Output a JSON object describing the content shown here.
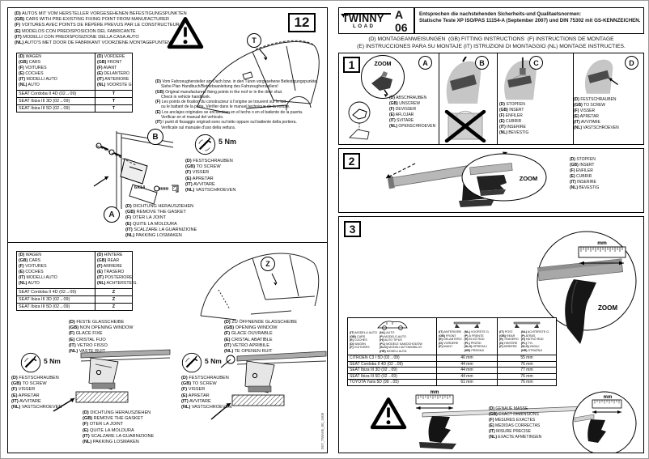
{
  "letters": {
    "a": "A",
    "b": "B",
    "c": "C",
    "d": "D",
    "t": "T",
    "z": "Z"
  },
  "shared": {
    "zoom": "ZOOM",
    "mm": "mm",
    "nm5": "5 Nm",
    "screw_size": "6X14",
    "festschrauben": [
      "(D) FESTSCHRAUBEN",
      "(GB) TO SCREW",
      "(F) VISSER",
      "(E) APRETAR",
      "(IT) AVVITARE",
      "(NL) VASTSCHROEVEN"
    ],
    "dichtung": [
      "(D) DICHTUNG HERAUSZIEHEN",
      "(GB) REMOVE THE GASKET",
      "(F) OTER LA JOINT",
      "(E) QUITE LA MOLDURA",
      "(IT) SCALZARE LA GUARNIZIONE",
      "(NL) PAKKING LOSMAKEN"
    ],
    "stopfen": [
      "(D) STOPFEN",
      "(GB) INSERT",
      "(F) ENFILER",
      "(E) CUBRIR",
      "(IT) INSERIRE",
      "(NL) BEVESTIG"
    ]
  },
  "left": {
    "page_number": "12",
    "doc_code": "05T_TWA06_00_1608",
    "header_lines": [
      "(D) AUTOS MIT VOM HERSTELLER VORGESEHENEN BEFESTIGUNGSPUNKTEN",
      "(GB) CARS WITH PRE-EXISTING FIXING POINT FROM MANUFACTURER",
      "(F) VOITURES AVEC POINTS DE RÉPÈRE PREVUS PAR LE CONSTRUCTEUR",
      "(E) MODELOS CON PREDISPOSICION DEL FABRICANTE",
      "(IT) MODELLI CON PREDISPOSIZIONE DELLA CASA AUTO",
      "(NL) AUTO'S MET DOOR DE FABRIKANT VOORZIENE MONTAGEPUNTEN"
    ],
    "fixing_note": [
      "(D) Vom Fahrzeughersteller am Dach bzw. in den Türen vorgesehene Befestigungspunkte.",
      "Siehe Plan Handbuch/Betriebsanleitung des Fahrzeugherstellers!",
      "(GB) Original manufacturers fixing points in the roof or in the door shut.",
      "Check in vehicle handbook.",
      "(F) Les points de fixation du constructeur à l'origine se trouvent sur le toit",
      "ou le battant de la porte. Vérifier dans le manuel technique de la voiture.",
      "(E) Los anclajes originales se encuentran en el techo o en el batiente de la puerta.",
      "Verificar en el manual del vehículo.",
      "(IT) I punti di fissaggio originali sono sul tetto oppure sul battente della portiera.",
      "Verificate sul manuale d'uso della vettura."
    ],
    "table_front": {
      "col1_header": [
        "(D) WAGEN",
        "(GB) CARS",
        "(F) VOITURES",
        "(E) COCHES",
        "(IT) MODELLI  AUTO",
        "(NL) AUTO"
      ],
      "col2_header": [
        "(D) VORDERE",
        "(GB) FRONT",
        "(F) AVANT",
        "(E) DELANTERO",
        "(IT) ANTERIORE",
        "(NL) VOORSTE G."
      ],
      "rows": [
        {
          "model": "SEAT Cordoba II 4D (02→09)",
          "value": "T"
        },
        {
          "model": "SEAT Ibiza III 3D (02→09)",
          "value": "T"
        },
        {
          "model": "SEAT Ibiza III 5D (02→09)",
          "value": "T"
        }
      ]
    },
    "table_rear": {
      "col1_header": [
        "(D) WAGEN",
        "(GB) CARS",
        "(F) VOITURES",
        "(E) COCHES",
        "(IT) MODELLI  AUTO",
        "(NL) AUTO"
      ],
      "col2_header": [
        "(D) HINTERE",
        "(GB) REAR",
        "(F) ARRIERE",
        "(E) TRASERO",
        "(IT) POSTERIORE",
        "(NL) ACHTERSTE G."
      ],
      "rows": [
        {
          "model": "SEAT Cordoba II 4D (02→09)",
          "value": "Z"
        },
        {
          "model": "SEAT Ibiza III 3D (02→09)",
          "value": "Z"
        },
        {
          "model": "SEAT Ibiza III 5D (02→09)",
          "value": "Z"
        }
      ]
    },
    "fixed_window": [
      "(D) FESTE GLASSCHEIBE",
      "(GB) NON OPENING WINDOW",
      "(F) GLACE FIXE",
      "(E) CRISTAL FIJO",
      "(IT) VETRO FISSO",
      "(NL) VASTE RUIT"
    ],
    "opening_window": [
      "(D) ZU ÖFFNENDE GLASSCHEIBE",
      "(GB) OPENING WINDOW",
      "(F) GLACE OUVRABLE",
      "(E) CRISTAL ABATIBLE",
      "(IT) VETRO APRIBILE",
      "(NL) TE OPENEN RUIT"
    ]
  },
  "right": {
    "brand": "TWINNY",
    "brand_sub": "LOAD",
    "model_code": "A 06",
    "norms_line1": "Entsprechen die nachstehenden Sicherheits-und Qualitaetsnormen:",
    "norms_line2": "Statische Teste XP ISO/PAS 11154-A (September 2007) und DIN 75302 mit GS-KENNZEICHEN.",
    "instructions_line1": "(D) MONTAGEANWEISUNGEN  (GB) FITTING INSTRUCTIONS  (F) INSTRUCTIONS DE MONTAGE",
    "instructions_line2": "(E) INSTRUCCIONES PARA SU MONTAJE (IT) ISTRUZIONI DI MONTAGGIO (NL) MONTAGE INSTRUCTIES.",
    "step1": {
      "number": "1",
      "unscrew": [
        "(D) ABSCHRAUBEN",
        "(GB) UNSCREW",
        "(F) DEVISSER",
        "(E) AFLOJAR",
        "(IT) SVITARE",
        "(NL) OPENSCHROEVEN"
      ]
    },
    "step2": {
      "number": "2"
    },
    "step3": {
      "number": "3",
      "table": {
        "car_header_col1": [
          "(IT) MODELLI  AUTO",
          "(GB) CARS",
          "(E) COCHES",
          "(D) WAGEN",
          "(F) VOITURES"
        ],
        "car_header_col2": [
          "(NL) AUTO",
          "(P) MODELO AUTO",
          "(H) AUTO TIPUS",
          "(PL) MODELE SAMOCHODÓW",
          "(SLO) MODELI AVTOMOBILOV",
          "(HR) MODELI AUTA"
        ],
        "front_header_col1": [
          "(IT) ANTERIORE",
          "(GB) FRONT",
          "(E) DELANTERO",
          "(D) VORDERE",
          "(F) AVANT"
        ],
        "front_header_col2": [
          "(NL) VOORSTE G.",
          "(P) À FRENTE",
          "(H) ELSŐ RÚD",
          "(PL) PRZÓD",
          "(SLO) SPREDAJ",
          "(HR) PREDNJI"
        ],
        "rear_header_col1": [
          "(IT) POST.",
          "(GB) REAR",
          "(E) TRASERO",
          "(D) HINTERE",
          "(F) ARRIERE"
        ],
        "rear_header_col2": [
          "(NL) ACHTERSTE G.",
          "(P) ATRÁS",
          "(H) HÁTSÓ RÚD",
          "(PL) TYL",
          "(SLO) ZADAJ",
          "(HR) STRAŽNJI"
        ],
        "rows": [
          {
            "model": "CITROEN C3 I 5D (02→09)",
            "front": "46 mm",
            "rear": "55 mm"
          },
          {
            "model": "SEAT Cordoba II 4D (02→09)",
            "front": "44 mm",
            "rear": "76 mm"
          },
          {
            "model": "SEAT Ibiza III 3D (02→09)",
            "front": "44 mm",
            "rear": "77 mm"
          },
          {
            "model": "SEAT Ibiza III 5D (02→09)",
            "front": "44 mm",
            "rear": "76 mm"
          },
          {
            "model": "TOYOTA Yaris 5D (99→05)",
            "front": "61 mm",
            "rear": "76 mm"
          }
        ]
      },
      "exact_dimensions": [
        "(D) GENAUE MASSE",
        "(GB) EXACT DIMENSIONS",
        "(F) MESURES EXACTES",
        "(E) MEDIDAS CORRECTAS",
        "(IT) MISURE PRECISE",
        "(NL) EXACTE AFMETINGEN"
      ]
    }
  }
}
